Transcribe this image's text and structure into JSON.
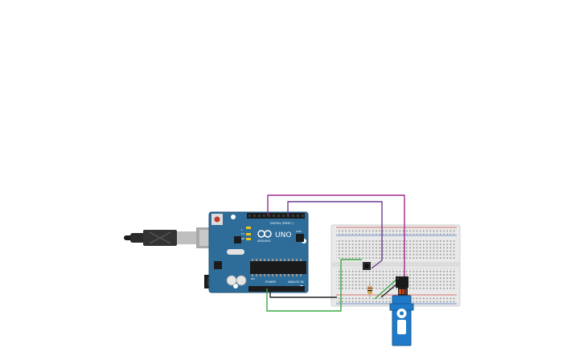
{
  "board": {
    "brand": "ARDUINO",
    "model": "UNO",
    "digital_label": "DIGITAL (PWM~)",
    "power_label": "POWER",
    "analog_label": "ANALOG IN",
    "on_label": "ON",
    "tx_label": "TX",
    "rx_label": "RX",
    "l_label": "L",
    "icsp_label": "ICSP"
  },
  "colors": {
    "board": "#2e6d9a",
    "board_edge": "#1f5277",
    "wire_purple": "#a0298f",
    "wire_violet": "#6b3d8f",
    "wire_green": "#3aa844",
    "wire_black": "#222222",
    "servo_body": "#1f7ac8",
    "breadboard": "#e9e9e9",
    "rail_red": "#d34b4b",
    "rail_blue": "#4a78c8"
  },
  "components": {
    "usb_cable": "usb-cable",
    "breadboard": "breadboard",
    "pushbutton": "pushbutton",
    "resistor": "resistor",
    "ic_chip": "ic-chip",
    "servo": "micro-servo"
  }
}
